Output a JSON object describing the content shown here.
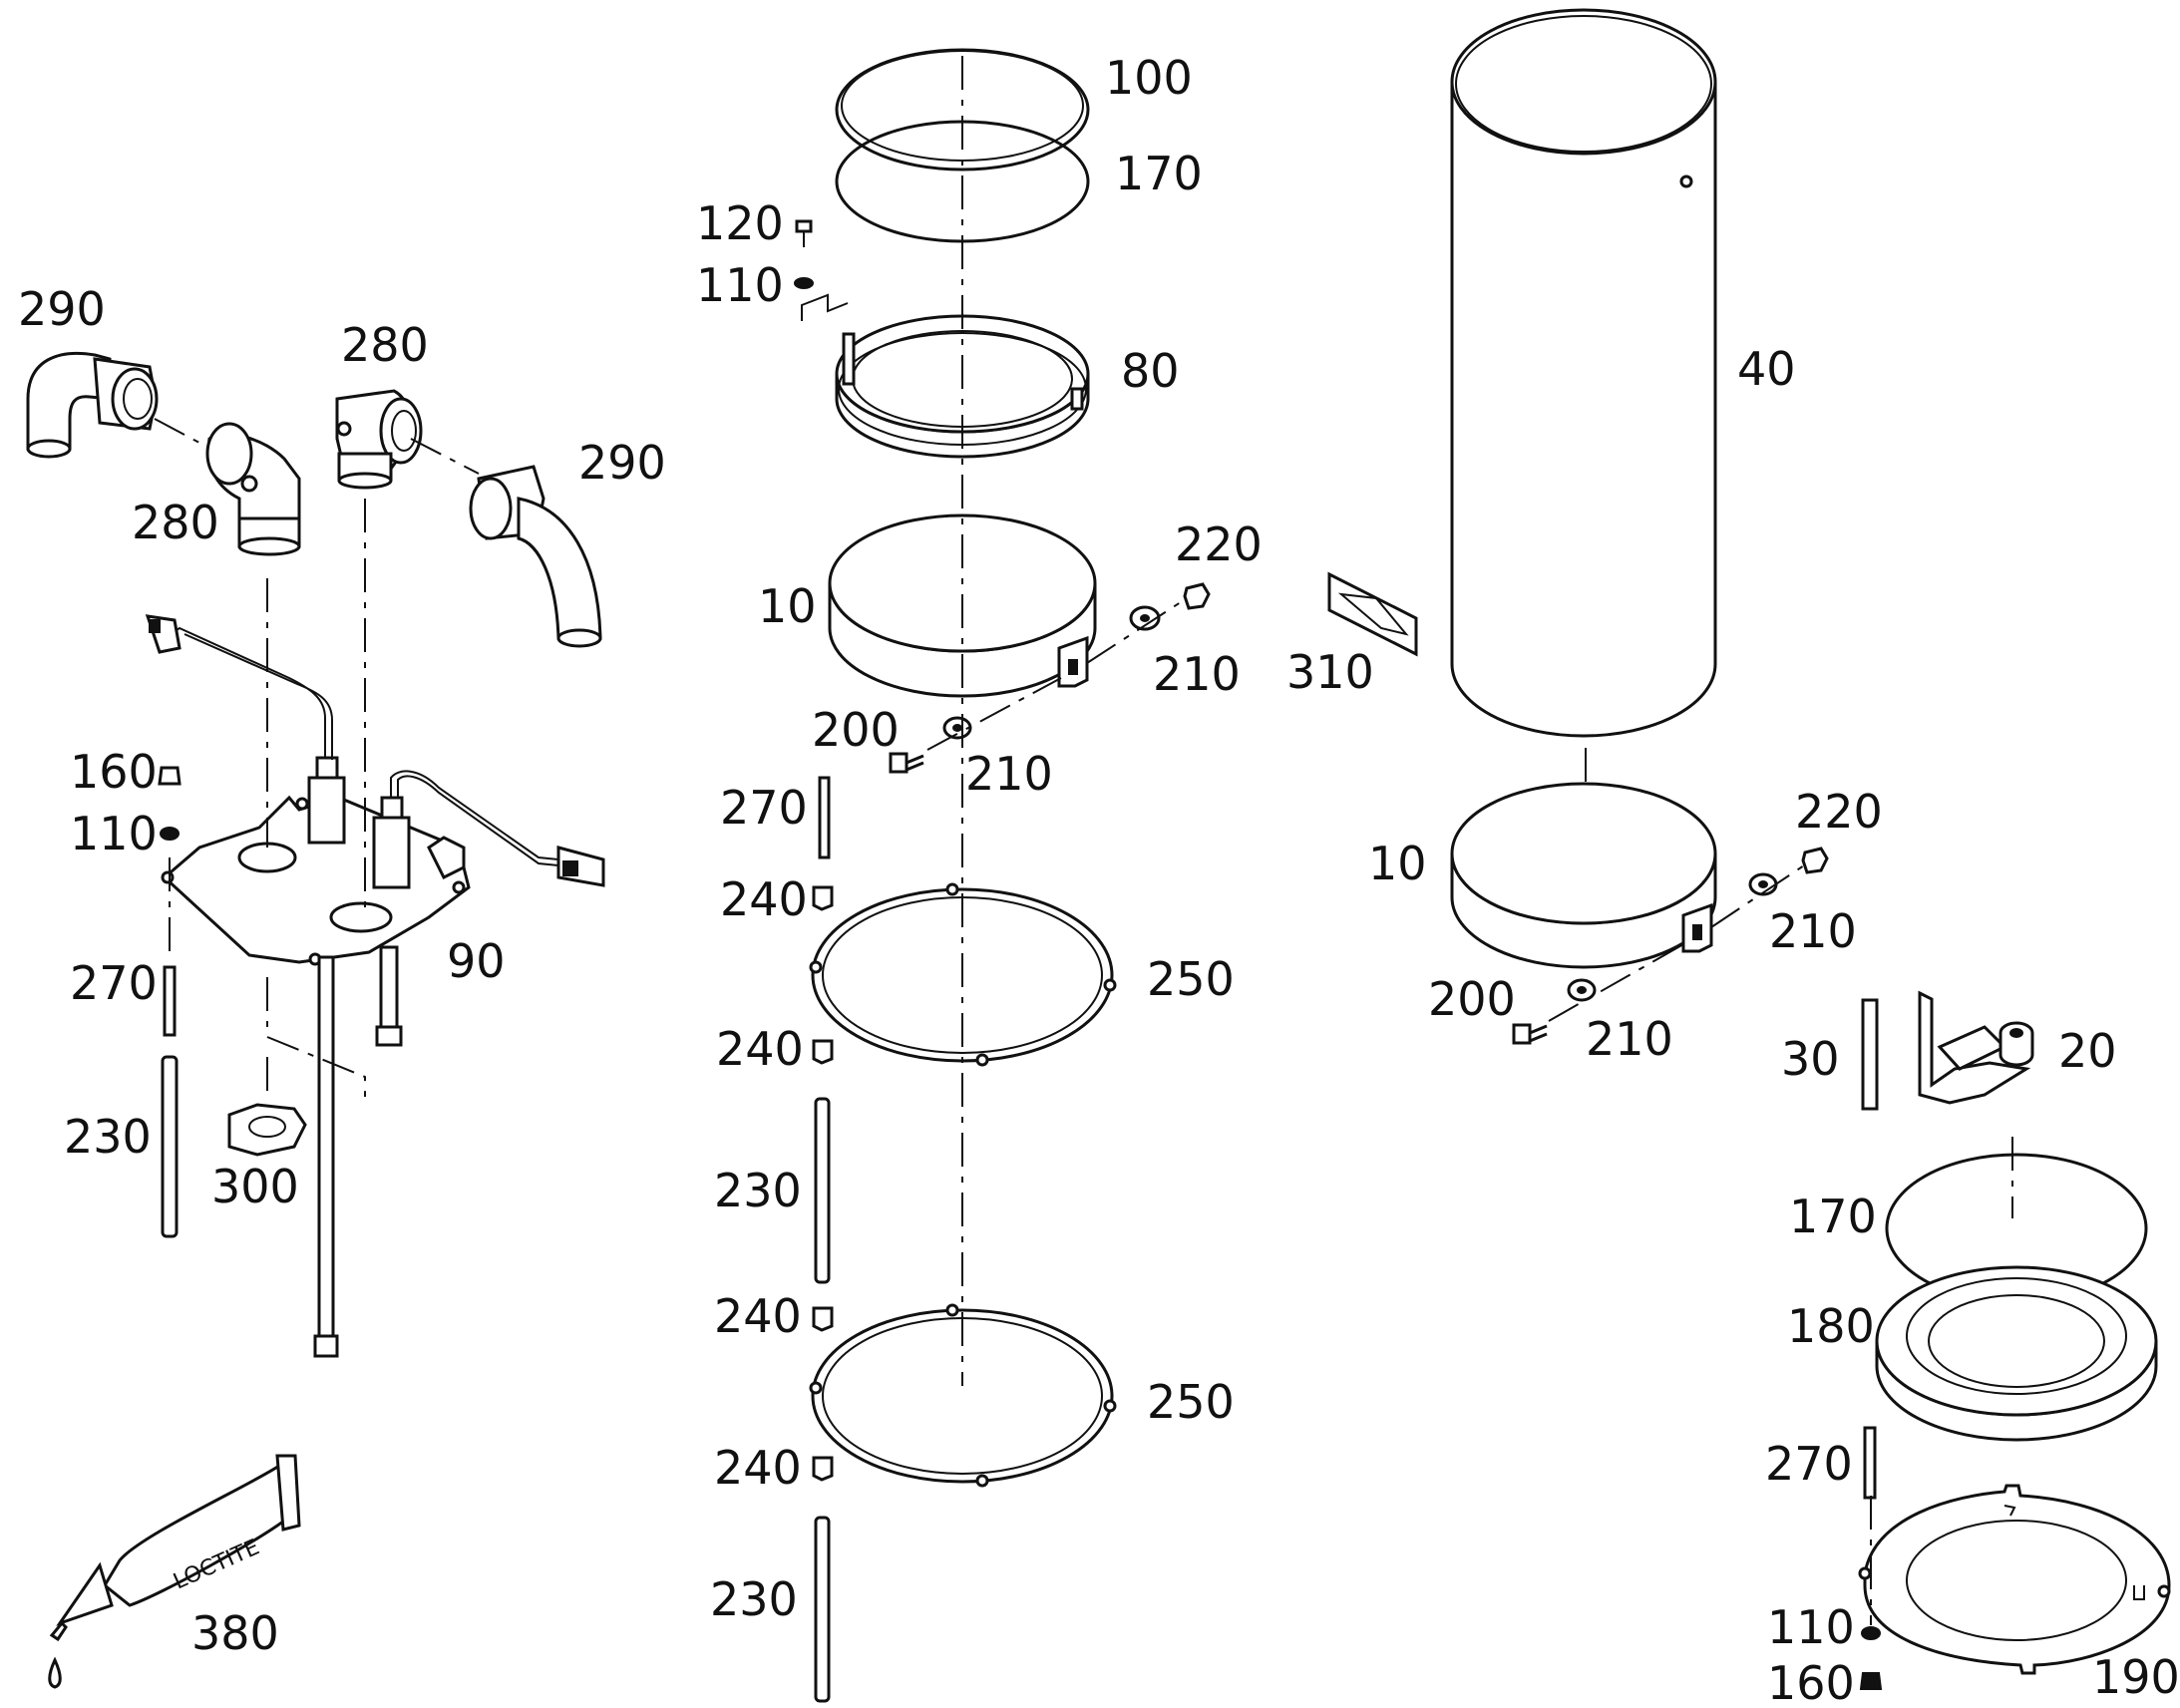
{
  "tube_text": "LOCTITE",
  "labels": {
    "l100": "100",
    "l170a": "170",
    "l120": "120",
    "l110a": "110",
    "l80": "80",
    "l40": "40",
    "l290a": "290",
    "l280a": "280",
    "l280b": "280",
    "l290b": "290",
    "l220a": "220",
    "l10a": "10",
    "l210a": "210",
    "l310": "310",
    "l200a": "200",
    "l210b": "210",
    "l160a": "160",
    "l110b": "110",
    "l270a": "270",
    "l90": "90",
    "l270b": "270",
    "l240a": "240",
    "l250a": "250",
    "l230a": "230",
    "l300": "300",
    "l240b": "240",
    "l230b": "230",
    "l240c": "240",
    "l250b": "250",
    "l240d": "240",
    "l230c": "230",
    "l380": "380",
    "l10b": "10",
    "l220b": "220",
    "l210c": "210",
    "l200b": "200",
    "l210d": "210",
    "l30": "30",
    "l20": "20",
    "l170b": "170",
    "l180": "180",
    "l270c": "270",
    "l110c": "110",
    "l160b": "160",
    "l190": "190"
  }
}
